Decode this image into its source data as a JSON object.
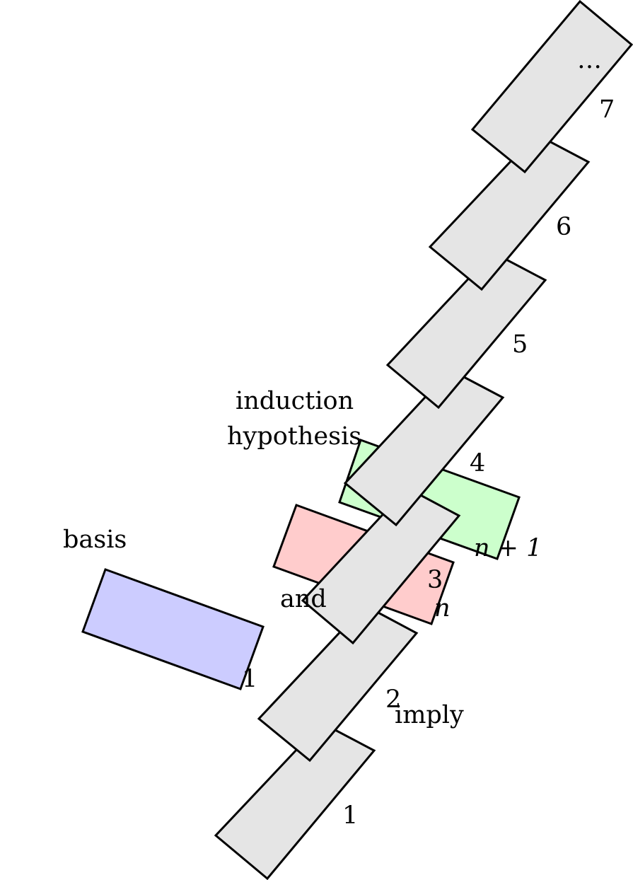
{
  "diagram": {
    "colors": {
      "domino": "#e5e5e5",
      "basis": "#ccccff",
      "assumption": "#ffcccc",
      "hypothesis": "#ccffcc",
      "stroke": "#000000"
    },
    "dominoes": [
      {
        "label": "1"
      },
      {
        "label": "2"
      },
      {
        "label": "3"
      },
      {
        "label": "4"
      },
      {
        "label": "5"
      },
      {
        "label": "6"
      },
      {
        "label": "7"
      },
      {
        "label": "…"
      }
    ],
    "basis": {
      "title": "basis",
      "label": "1"
    },
    "assumption": {
      "title": "and",
      "label": "n"
    },
    "hypothesis": {
      "title_line1": "induction",
      "title_line2": "hypothesis",
      "label": "n + 1"
    },
    "imply_text": "imply"
  }
}
